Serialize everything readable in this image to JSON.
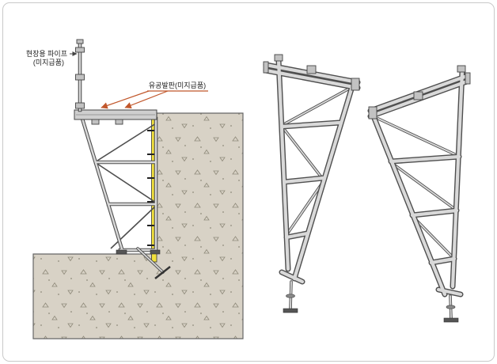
{
  "diagram": {
    "labels": {
      "site_pipe_line1": "현장용 파이프",
      "site_pipe_line2": "(미지급품)",
      "perforated_footboard": "유공발판(미지급품)"
    }
  },
  "colors": {
    "background": "#ffffff",
    "frame_border": "#c9c9c9",
    "concrete_fill": "#d8d2c6",
    "speckle": "#8f8a7a",
    "member_outline": "#4f4f4f",
    "member_fill": "#d9d9d9",
    "form_panel_yellow": "#f2e13c",
    "leader_line": "#c1572b",
    "label_text": "#222222"
  }
}
